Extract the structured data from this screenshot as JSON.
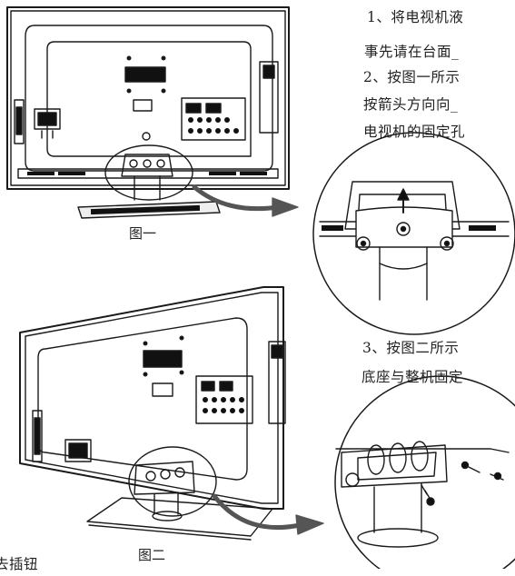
{
  "step1": {
    "lines": [
      "1、将电视机液",
      "事先请在台面_",
      "2、按图一所示",
      "按箭头方向向_",
      "电视机的固定孔"
    ]
  },
  "step3": {
    "lines": [
      "3、按图二所示",
      "底座与整机固定"
    ]
  },
  "figure1": {
    "caption": "图一"
  },
  "figure2": {
    "caption": "图二"
  },
  "cutoff_text": "去插钮"
}
